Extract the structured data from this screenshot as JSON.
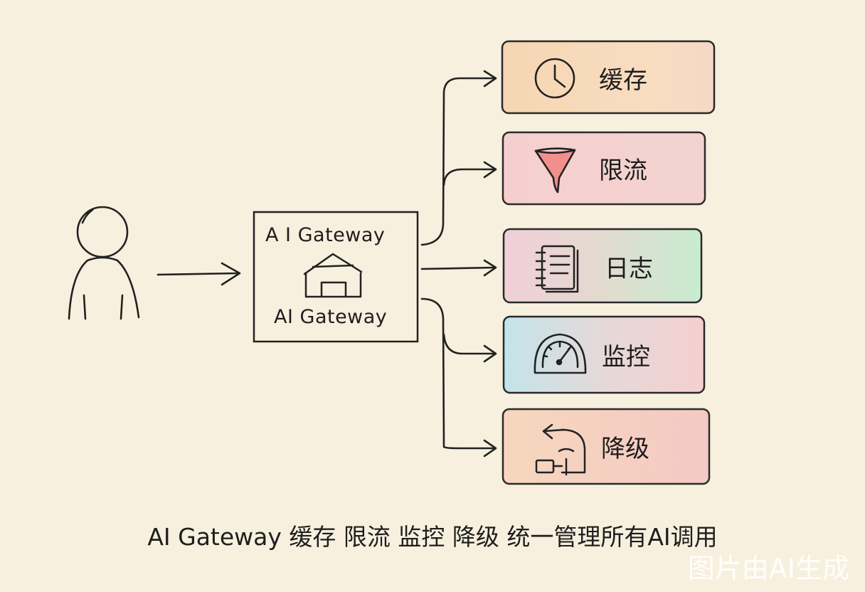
{
  "gateway": {
    "title_top": "A I Gateway",
    "title_bottom": "AI Gateway"
  },
  "features": [
    {
      "label": "缓存",
      "icon": "clock-icon",
      "color": "#f7d9b6"
    },
    {
      "label": "限流",
      "icon": "funnel-icon",
      "color": "#f6cfcc"
    },
    {
      "label": "日志",
      "icon": "notebook-icon",
      "color": "#cfe6c8"
    },
    {
      "label": "监控",
      "icon": "gauge-icon",
      "color": "#cde4e6"
    },
    {
      "label": "降级",
      "icon": "fallback-icon",
      "color": "#f7d3c2"
    }
  ],
  "caption": "AI Gateway 缓存 限流 监控 降级 统一管理所有AI调用",
  "watermark": "图片由AI生成"
}
